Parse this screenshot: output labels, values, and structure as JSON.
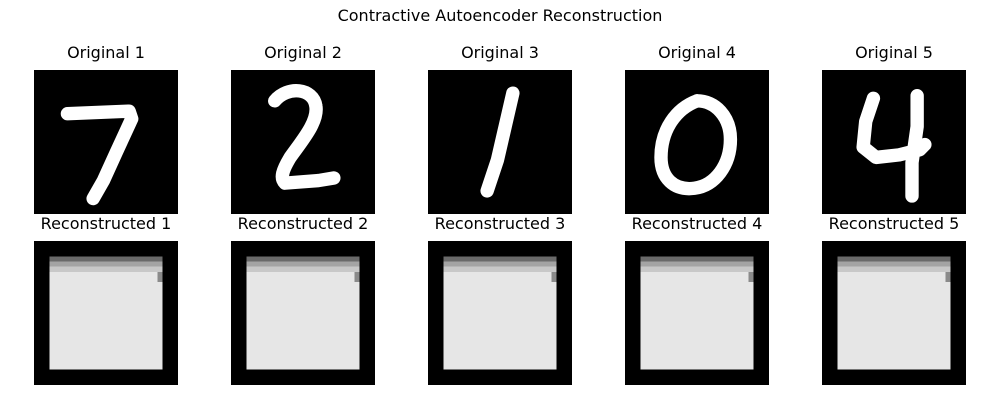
{
  "figure": {
    "title": "Contractive Autoencoder Reconstruction"
  },
  "colors": {
    "background": "#000000",
    "stroke": "#ffffff",
    "recon_fill": "#e6e6e6",
    "recon_band_top": "#6a6a6a",
    "recon_band_mid": "#a4a4a4",
    "recon_band_low": "#c8c8c8",
    "recon_notch": "#8a8a8a"
  },
  "originals": [
    {
      "title": "Original 1",
      "digit": "7"
    },
    {
      "title": "Original 2",
      "digit": "2"
    },
    {
      "title": "Original 3",
      "digit": "1"
    },
    {
      "title": "Original 4",
      "digit": "0"
    },
    {
      "title": "Original 5",
      "digit": "4"
    }
  ],
  "reconstructions": [
    {
      "title": "Reconstructed 1"
    },
    {
      "title": "Reconstructed 2"
    },
    {
      "title": "Reconstructed 3"
    },
    {
      "title": "Reconstructed 4"
    },
    {
      "title": "Reconstructed 5"
    }
  ]
}
